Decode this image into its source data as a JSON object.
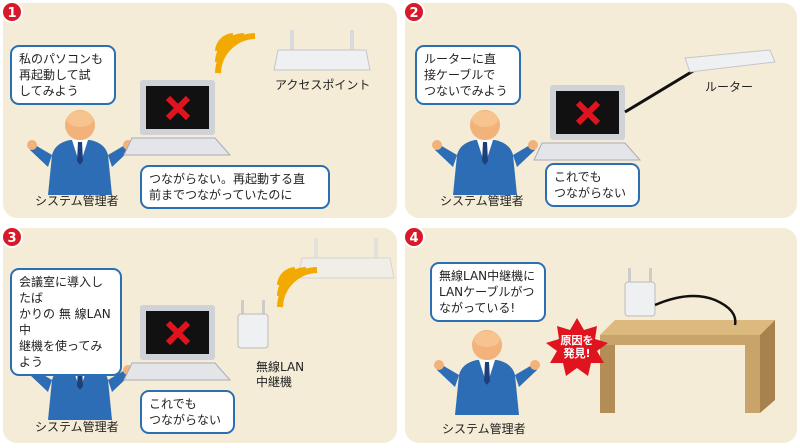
{
  "colors": {
    "panel_bg": "#f4ecd6",
    "badge": "#d7192a",
    "bubble_border": "#2a6fb4",
    "wifi": "#f2a900",
    "suit": "#2d6db5",
    "table": "#c9a46a"
  },
  "panels": [
    {
      "number": "1",
      "bubble1": "私のパソコンも\n再起動して試\nしてみよう",
      "device_label": "アクセスポイント",
      "person_label": "システム管理者",
      "bubble2": "つながらない。再起動する直\n前までつながっていたのに"
    },
    {
      "number": "2",
      "bubble1": "ルーターに直\n接ケーブルで\nつないでみよう",
      "device_label": "ルーター",
      "person_label": "システム管理者",
      "bubble2": "これでも\nつながらない"
    },
    {
      "number": "3",
      "bubble1": "会議室に導入したば\nかりの 無 線LAN中\n継機を使ってみよう",
      "device_label": "無線LAN\n中継機",
      "person_label": "システム管理者",
      "bubble2": "これでも\nつながらない"
    },
    {
      "number": "4",
      "bubble1": "無線LAN中継機に\nLANケーブルがつ\nながっている!",
      "burst": "原因を\n発見!",
      "person_label": "システム管理者"
    }
  ]
}
